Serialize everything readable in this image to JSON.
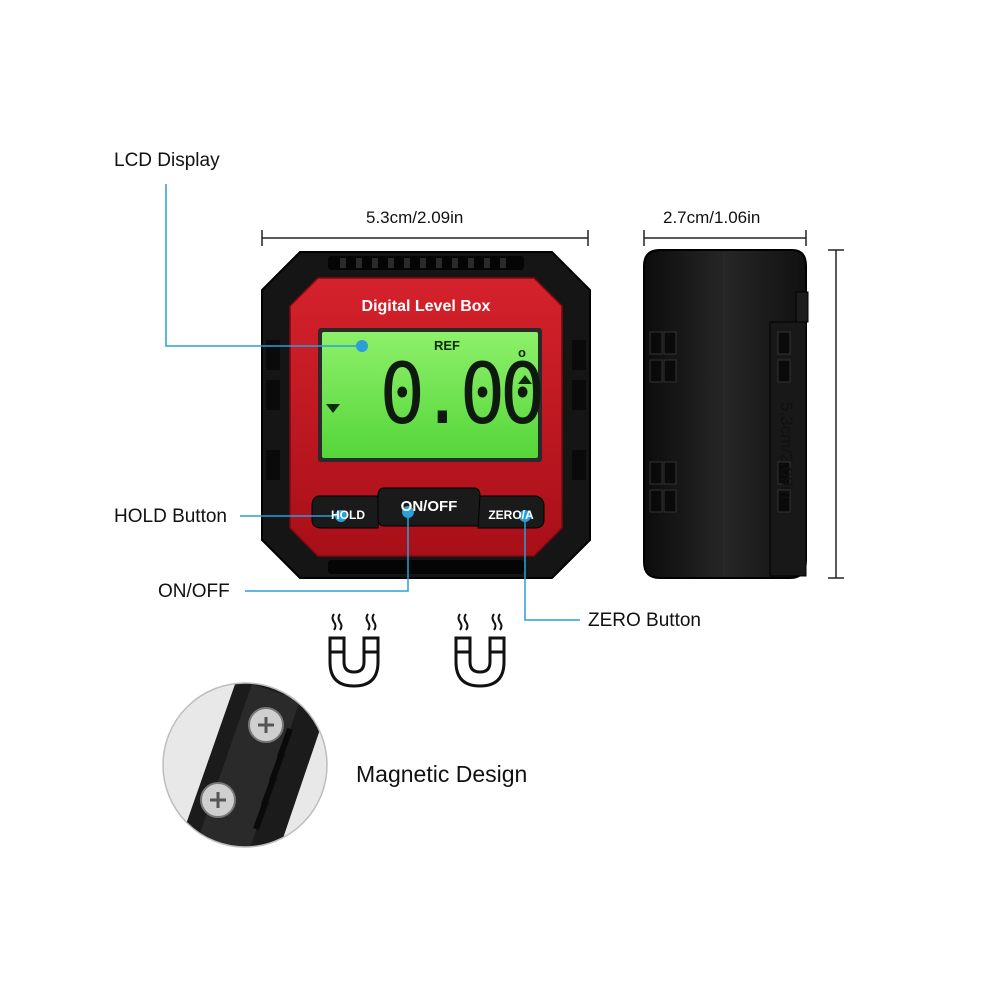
{
  "labels": {
    "lcd": "LCD Display",
    "hold": "HOLD Button",
    "onoff": "ON/OFF",
    "zero": "ZERO Button",
    "magnetic": "Magnetic Design"
  },
  "dimensions": {
    "front_width": "5.3cm/2.09in",
    "side_depth": "2.7cm/1.06in",
    "side_height": "5.3cm/2.09in"
  },
  "device": {
    "brand_text": "Digital Level Box",
    "lcd_ref": "REF",
    "lcd_reading": "0.00",
    "lcd_degree": "o",
    "button_hold": "HOLD",
    "button_onoff": "ON/OFF",
    "button_zero": "ZERO/A"
  },
  "colors": {
    "body": "#1a1a1a",
    "face": "#c4141f",
    "lcd": "#6fe84a",
    "callout": "#2a9fd8"
  }
}
